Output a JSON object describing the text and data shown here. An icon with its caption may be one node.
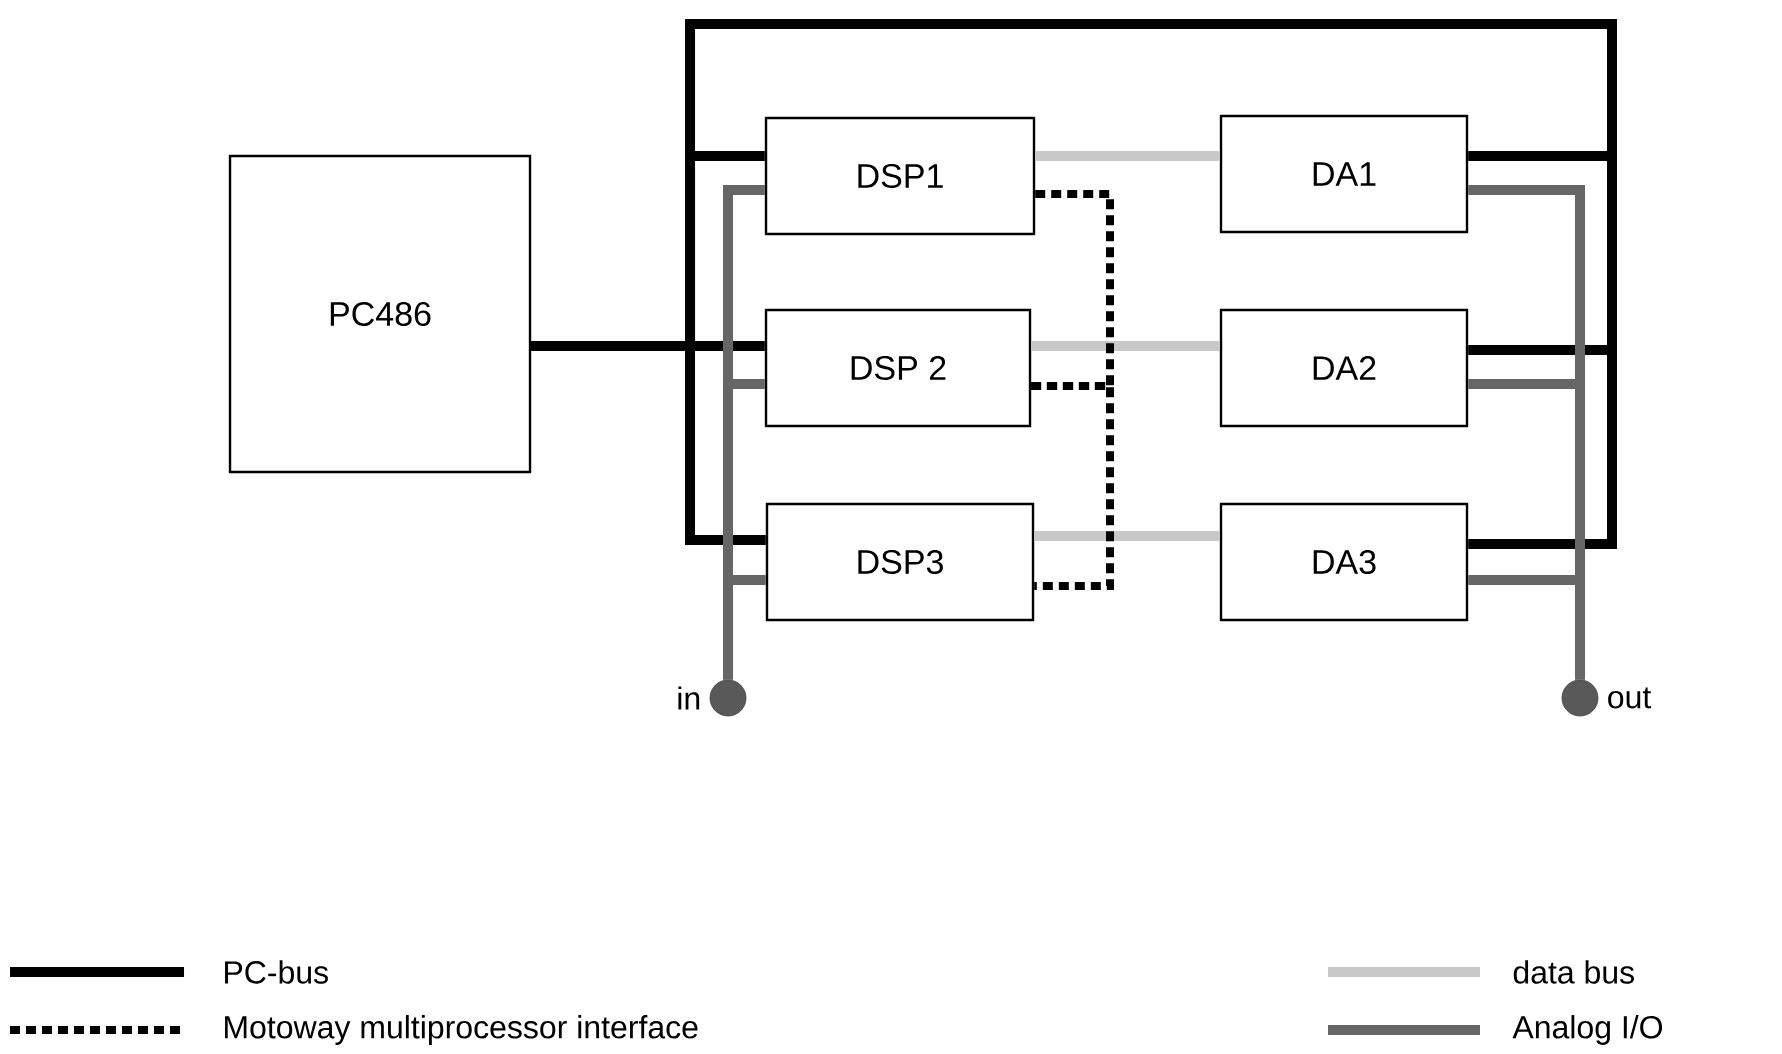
{
  "diagram": {
    "nodes": [
      {
        "text": [
          "PC486"
        ]
      },
      {
        "text": [
          "DSP1"
        ]
      },
      {
        "text": [
          "DSP 2"
        ]
      },
      {
        "text": [
          "DSP3"
        ]
      },
      {
        "text": [
          "DA1"
        ]
      },
      {
        "text": [
          "DA2"
        ]
      },
      {
        "text": [
          "DA3"
        ]
      },
      {
        "text": [],
        "shape": "circle",
        "beside": [
          "in"
        ]
      },
      {
        "text": [],
        "shape": "circle",
        "beside": [
          "out"
        ]
      }
    ],
    "edges": [
      {
        "from": 0,
        "to": 1,
        "arrow": "none"
      },
      {
        "from": 0,
        "to": 2,
        "arrow": "none"
      },
      {
        "from": 0,
        "to": 3,
        "arrow": "none"
      },
      {
        "from": 0,
        "to": 4,
        "arrow": "none"
      },
      {
        "from": 0,
        "to": 5,
        "arrow": "none"
      },
      {
        "from": 0,
        "to": 6,
        "arrow": "none"
      },
      {
        "from": 7,
        "to": 1,
        "arrow": "none",
        "color": "#666666"
      },
      {
        "from": 7,
        "to": 2,
        "arrow": "none",
        "color": "#666666"
      },
      {
        "from": 7,
        "to": 3,
        "arrow": "none",
        "color": "#666666"
      },
      {
        "from": 4,
        "to": 8,
        "arrow": "none",
        "color": "#666666"
      },
      {
        "from": 5,
        "to": 8,
        "arrow": "none",
        "color": "#666666"
      },
      {
        "from": 6,
        "to": 8,
        "arrow": "none",
        "color": "#666666"
      },
      {
        "from": 1,
        "to": 4,
        "arrow": "none",
        "color": "#c8c8c8"
      },
      {
        "from": 2,
        "to": 5,
        "arrow": "none",
        "color": "#c8c8c8"
      },
      {
        "from": 3,
        "to": 6,
        "arrow": "none",
        "color": "#c8c8c8"
      },
      {
        "from": 1,
        "to": 2,
        "arrow": "none",
        "style": "dashed"
      },
      {
        "from": 2,
        "to": 3,
        "arrow": "none",
        "style": "dashed"
      }
    ],
    "legend": [
      {
        "text": "PC-bus"
      },
      {
        "text": "Motoway multiprocessor interface"
      },
      {
        "text": "data bus"
      },
      {
        "text": "Analog I/O"
      }
    ]
  }
}
